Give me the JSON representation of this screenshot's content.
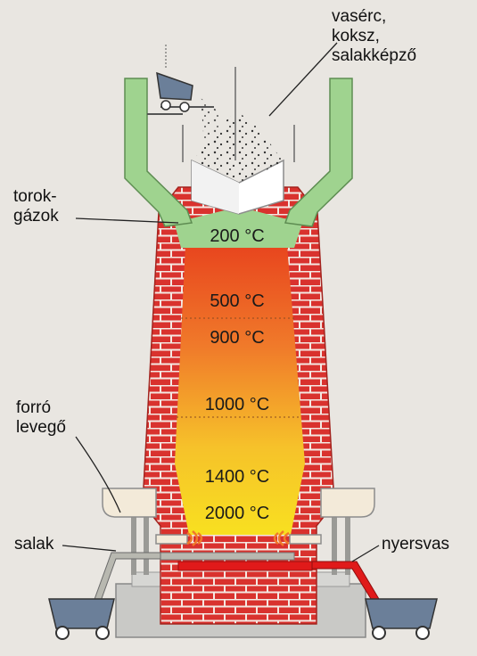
{
  "labels": {
    "charge": [
      "vasérc,",
      "koksz,",
      "salakképző"
    ],
    "top_gas": [
      "torok-",
      "gázok"
    ],
    "hot_air": [
      "forró",
      "levegő"
    ],
    "slag": "salak",
    "pig_iron": "nyersvas"
  },
  "temperatures": [
    "200 °C",
    "500 °C",
    "900 °C",
    "1000 °C",
    "1400 °C",
    "2000 °C"
  ],
  "colors": {
    "background": "#e9e6e1",
    "brick": "#d9322e",
    "mortar": "#f4e8e2",
    "gas_zone": "#9fd38f",
    "hot_top": "#e8451e",
    "hot_bottom": "#f8e020",
    "iron_stream": "#e01a1a",
    "slag_stream": "#b8b8b0",
    "base": "#c9c9c6"
  }
}
